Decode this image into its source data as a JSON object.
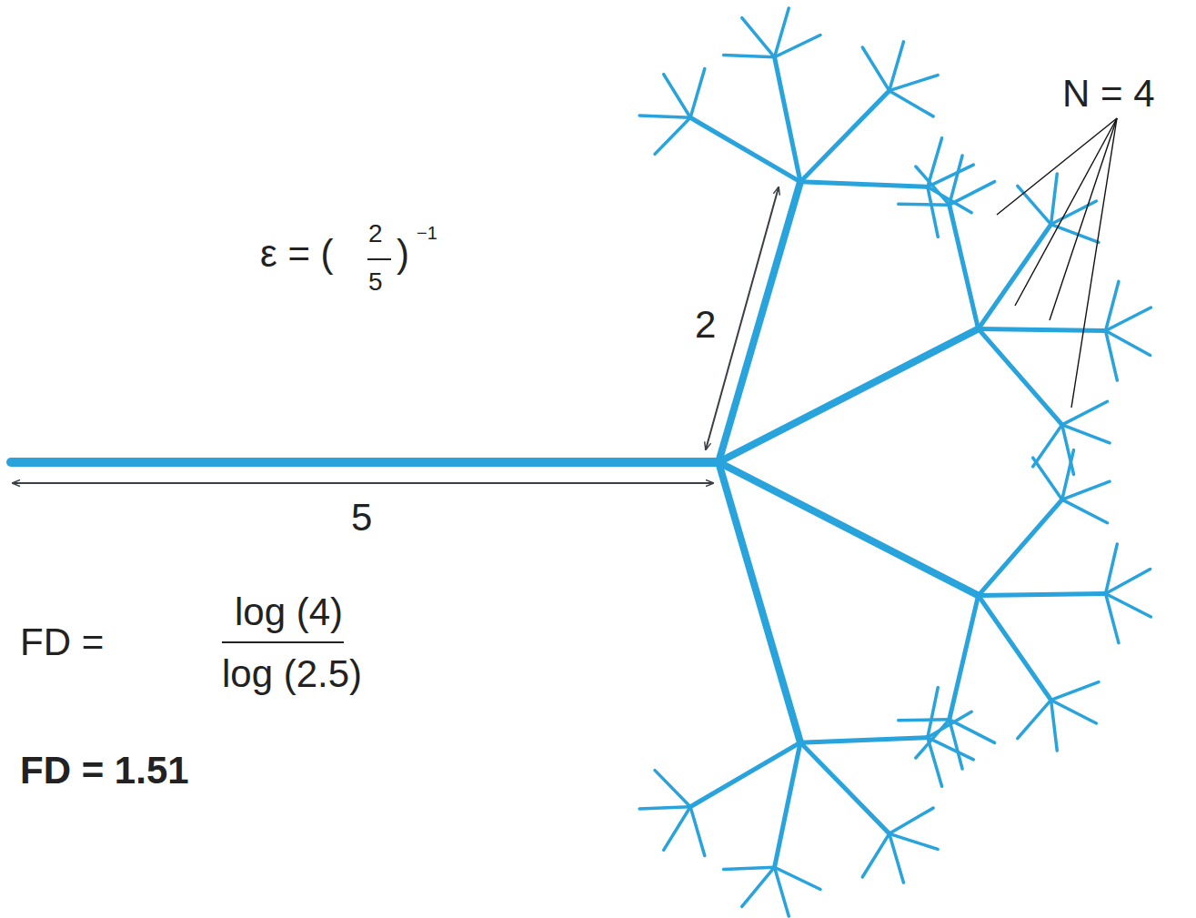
{
  "diagram": {
    "labels": [
      "ε = (",
      "2",
      "5",
      ")",
      "−1",
      "2",
      "5",
      "N = 4",
      "FD =",
      "log (4)",
      "log (2.5)",
      "FD = 1.51"
    ]
  }
}
